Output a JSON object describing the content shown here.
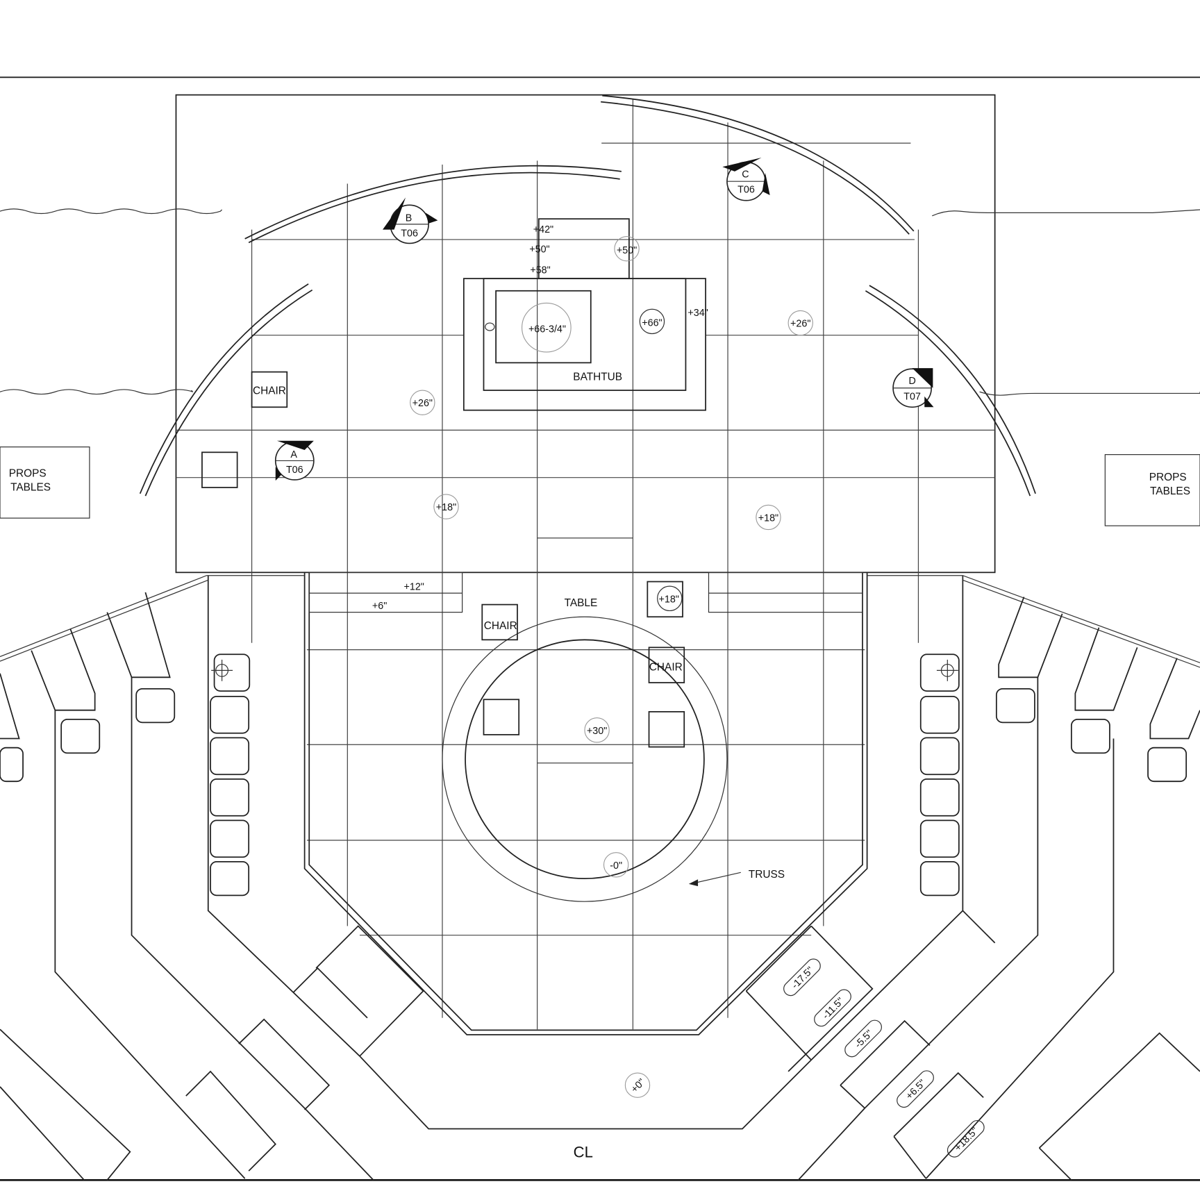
{
  "centerline_label": "CL",
  "labels": {
    "bathtub": "BATHTUB",
    "table": "TABLE",
    "truss": "TRUSS",
    "props_tables_left": [
      "PROPS",
      "TABLES"
    ],
    "props_tables_right": [
      "PROPS",
      "TABLES"
    ],
    "chairs": [
      "CHAIR",
      "CHAIR",
      "CHAIR"
    ]
  },
  "elevations": {
    "bath_steps": [
      "+42\"",
      "+50\"",
      "+58\""
    ],
    "circled": [
      "+50\"",
      "+66-3/4\"",
      "+66\"",
      "+26\"",
      "+26\"",
      "+18\"",
      "+18\"",
      "+18\"",
      "+30\"",
      "-0\"",
      "+0\""
    ],
    "plain": [
      "+34\"",
      "+12\"",
      "+6\""
    ],
    "seating_rows": [
      "-17.5\"",
      "-11.5\"",
      "-5.5\"",
      "+6.5\"",
      "+18.5\""
    ]
  },
  "section_markers": [
    {
      "letter": "A",
      "sheet": "T06"
    },
    {
      "letter": "B",
      "sheet": "T06"
    },
    {
      "letter": "C",
      "sheet": "T06"
    },
    {
      "letter": "D",
      "sheet": "T07"
    }
  ]
}
